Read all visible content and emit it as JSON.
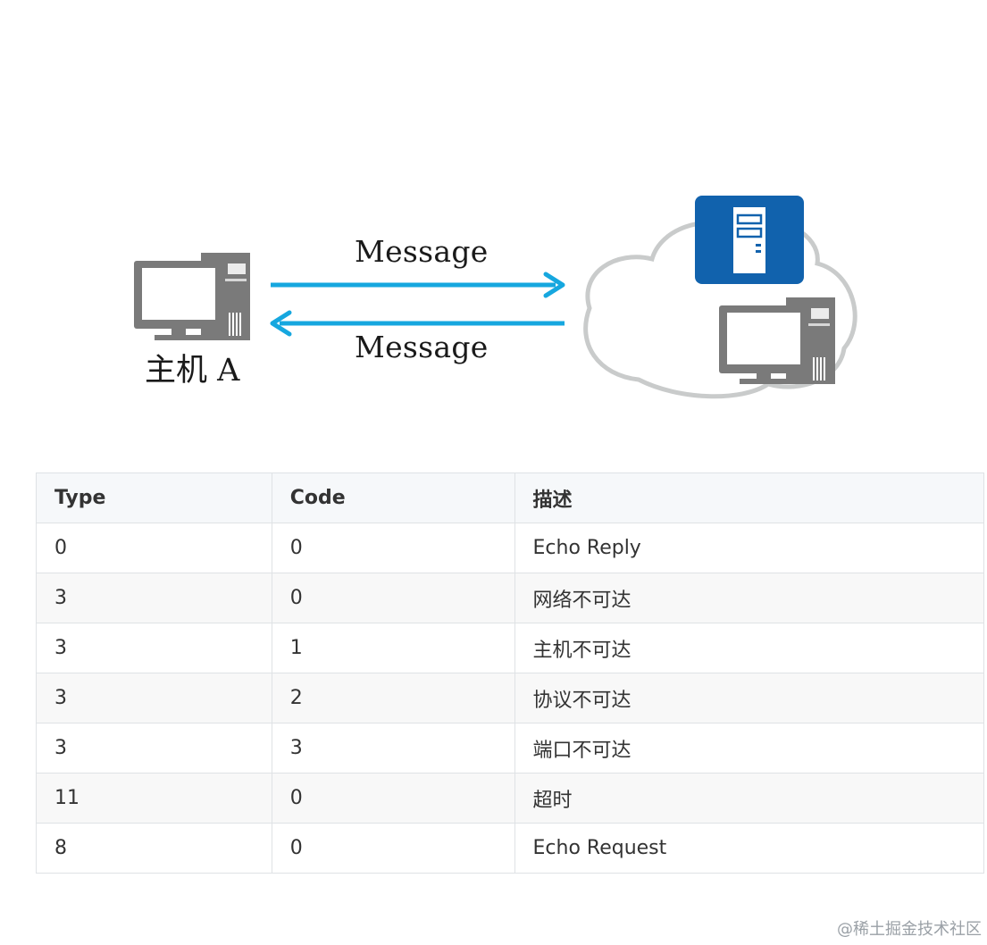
{
  "diagram": {
    "message_top": "Message",
    "message_bottom": "Message",
    "host_label": "主机 A",
    "colors": {
      "arrow": "#16a7df",
      "computer": "#7a7a7a",
      "cloud": "#c9cbcb",
      "server_tile": "#1162ad"
    },
    "icons": [
      "desktop-computer-icon",
      "server-icon",
      "cloud-icon"
    ]
  },
  "table": {
    "headers": [
      "Type",
      "Code",
      "描述"
    ],
    "rows": [
      [
        "0",
        "0",
        "Echo Reply"
      ],
      [
        "3",
        "0",
        "网络不可达"
      ],
      [
        "3",
        "1",
        "主机不可达"
      ],
      [
        "3",
        "2",
        "协议不可达"
      ],
      [
        "3",
        "3",
        "端口不可达"
      ],
      [
        "11",
        "0",
        "超时"
      ],
      [
        "8",
        "0",
        "Echo Request"
      ]
    ]
  },
  "watermark": "@稀土掘金技术社区"
}
